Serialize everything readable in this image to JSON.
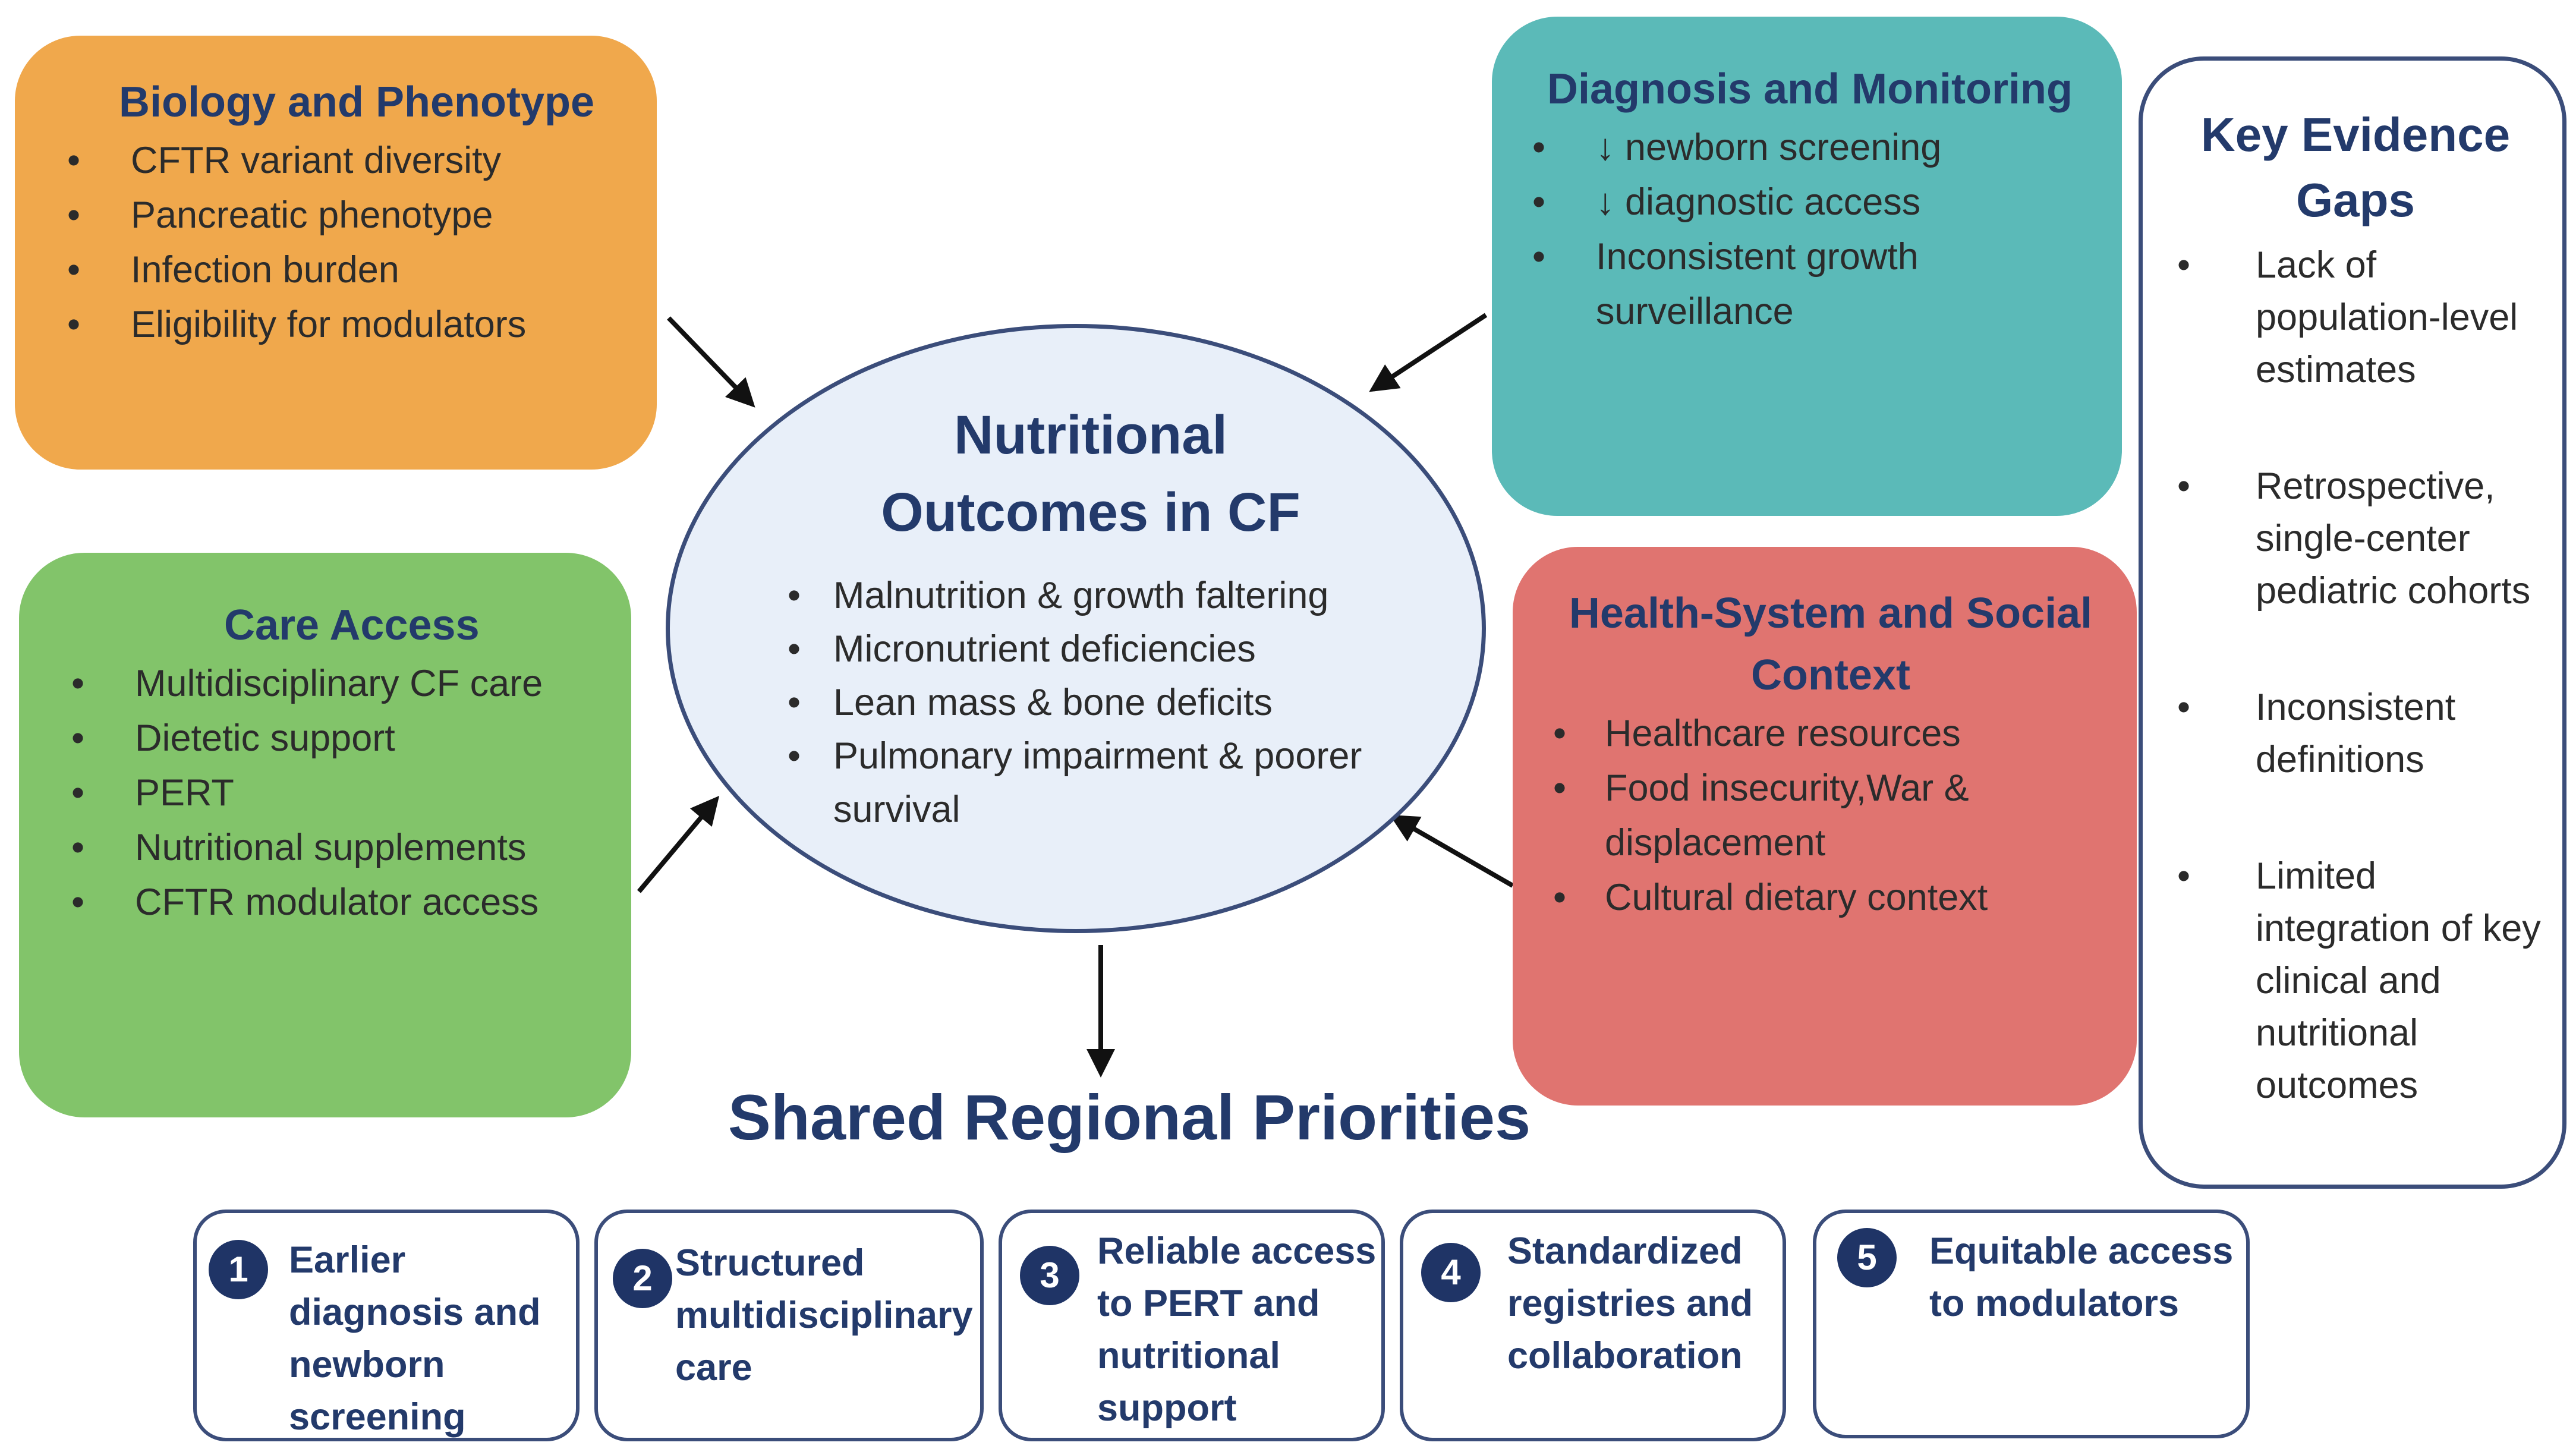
{
  "center": {
    "title": "Nutritional\nOutcomes in CF",
    "items": [
      "Malnutrition & growth faltering",
      "Micronutrient deficiencies",
      "Lean mass & bone deficits",
      "Pulmonary impairment & poorer survival"
    ]
  },
  "biology": {
    "title": "Biology and Phenotype",
    "items": [
      "CFTR variant diversity",
      "Pancreatic phenotype",
      "Infection burden",
      "Eligibility for modulators"
    ]
  },
  "diagnosis": {
    "title": "Diagnosis and Monitoring",
    "items": [
      "↓ newborn screening",
      "↓ diagnostic access",
      "Inconsistent growth surveillance"
    ]
  },
  "care": {
    "title": "Care Access",
    "items": [
      "Multidisciplinary CF care",
      "Dietetic support",
      "PERT",
      "Nutritional supplements",
      "CFTR modulator access"
    ]
  },
  "health": {
    "title": "Health-System and Social Context",
    "items": [
      "Healthcare resources",
      "Food insecurity,War & displacement",
      "Cultural dietary context"
    ]
  },
  "gaps": {
    "title": "Key Evidence Gaps",
    "items": [
      "Lack of population-level estimates",
      "Retrospective, single-center pediatric cohorts",
      "Inconsistent definitions",
      "Limited integration of key clinical and nutritional outcomes"
    ]
  },
  "priorities": {
    "title": "Shared Regional Priorities",
    "items": [
      {
        "num": "1",
        "text": "Earlier\ndiagnosis and\nnewborn\nscreening"
      },
      {
        "num": "2",
        "text": "Structured\nmultidisciplinary\ncare"
      },
      {
        "num": "3",
        "text": "Reliable access\nto PERT and\nnutritional\nsupport"
      },
      {
        "num": "4",
        "text": "Standardized\nregistries and\ncollaboration"
      },
      {
        "num": "5",
        "text": "Equitable access\nto modulators"
      }
    ]
  },
  "colors": {
    "biology": "#f0a84c",
    "diagnosis": "#5bbab8",
    "care": "#82c46a",
    "health": "#e07470",
    "center": "#e8eff9",
    "title_text": "#233a6b",
    "number_badge": "#1f3466"
  }
}
